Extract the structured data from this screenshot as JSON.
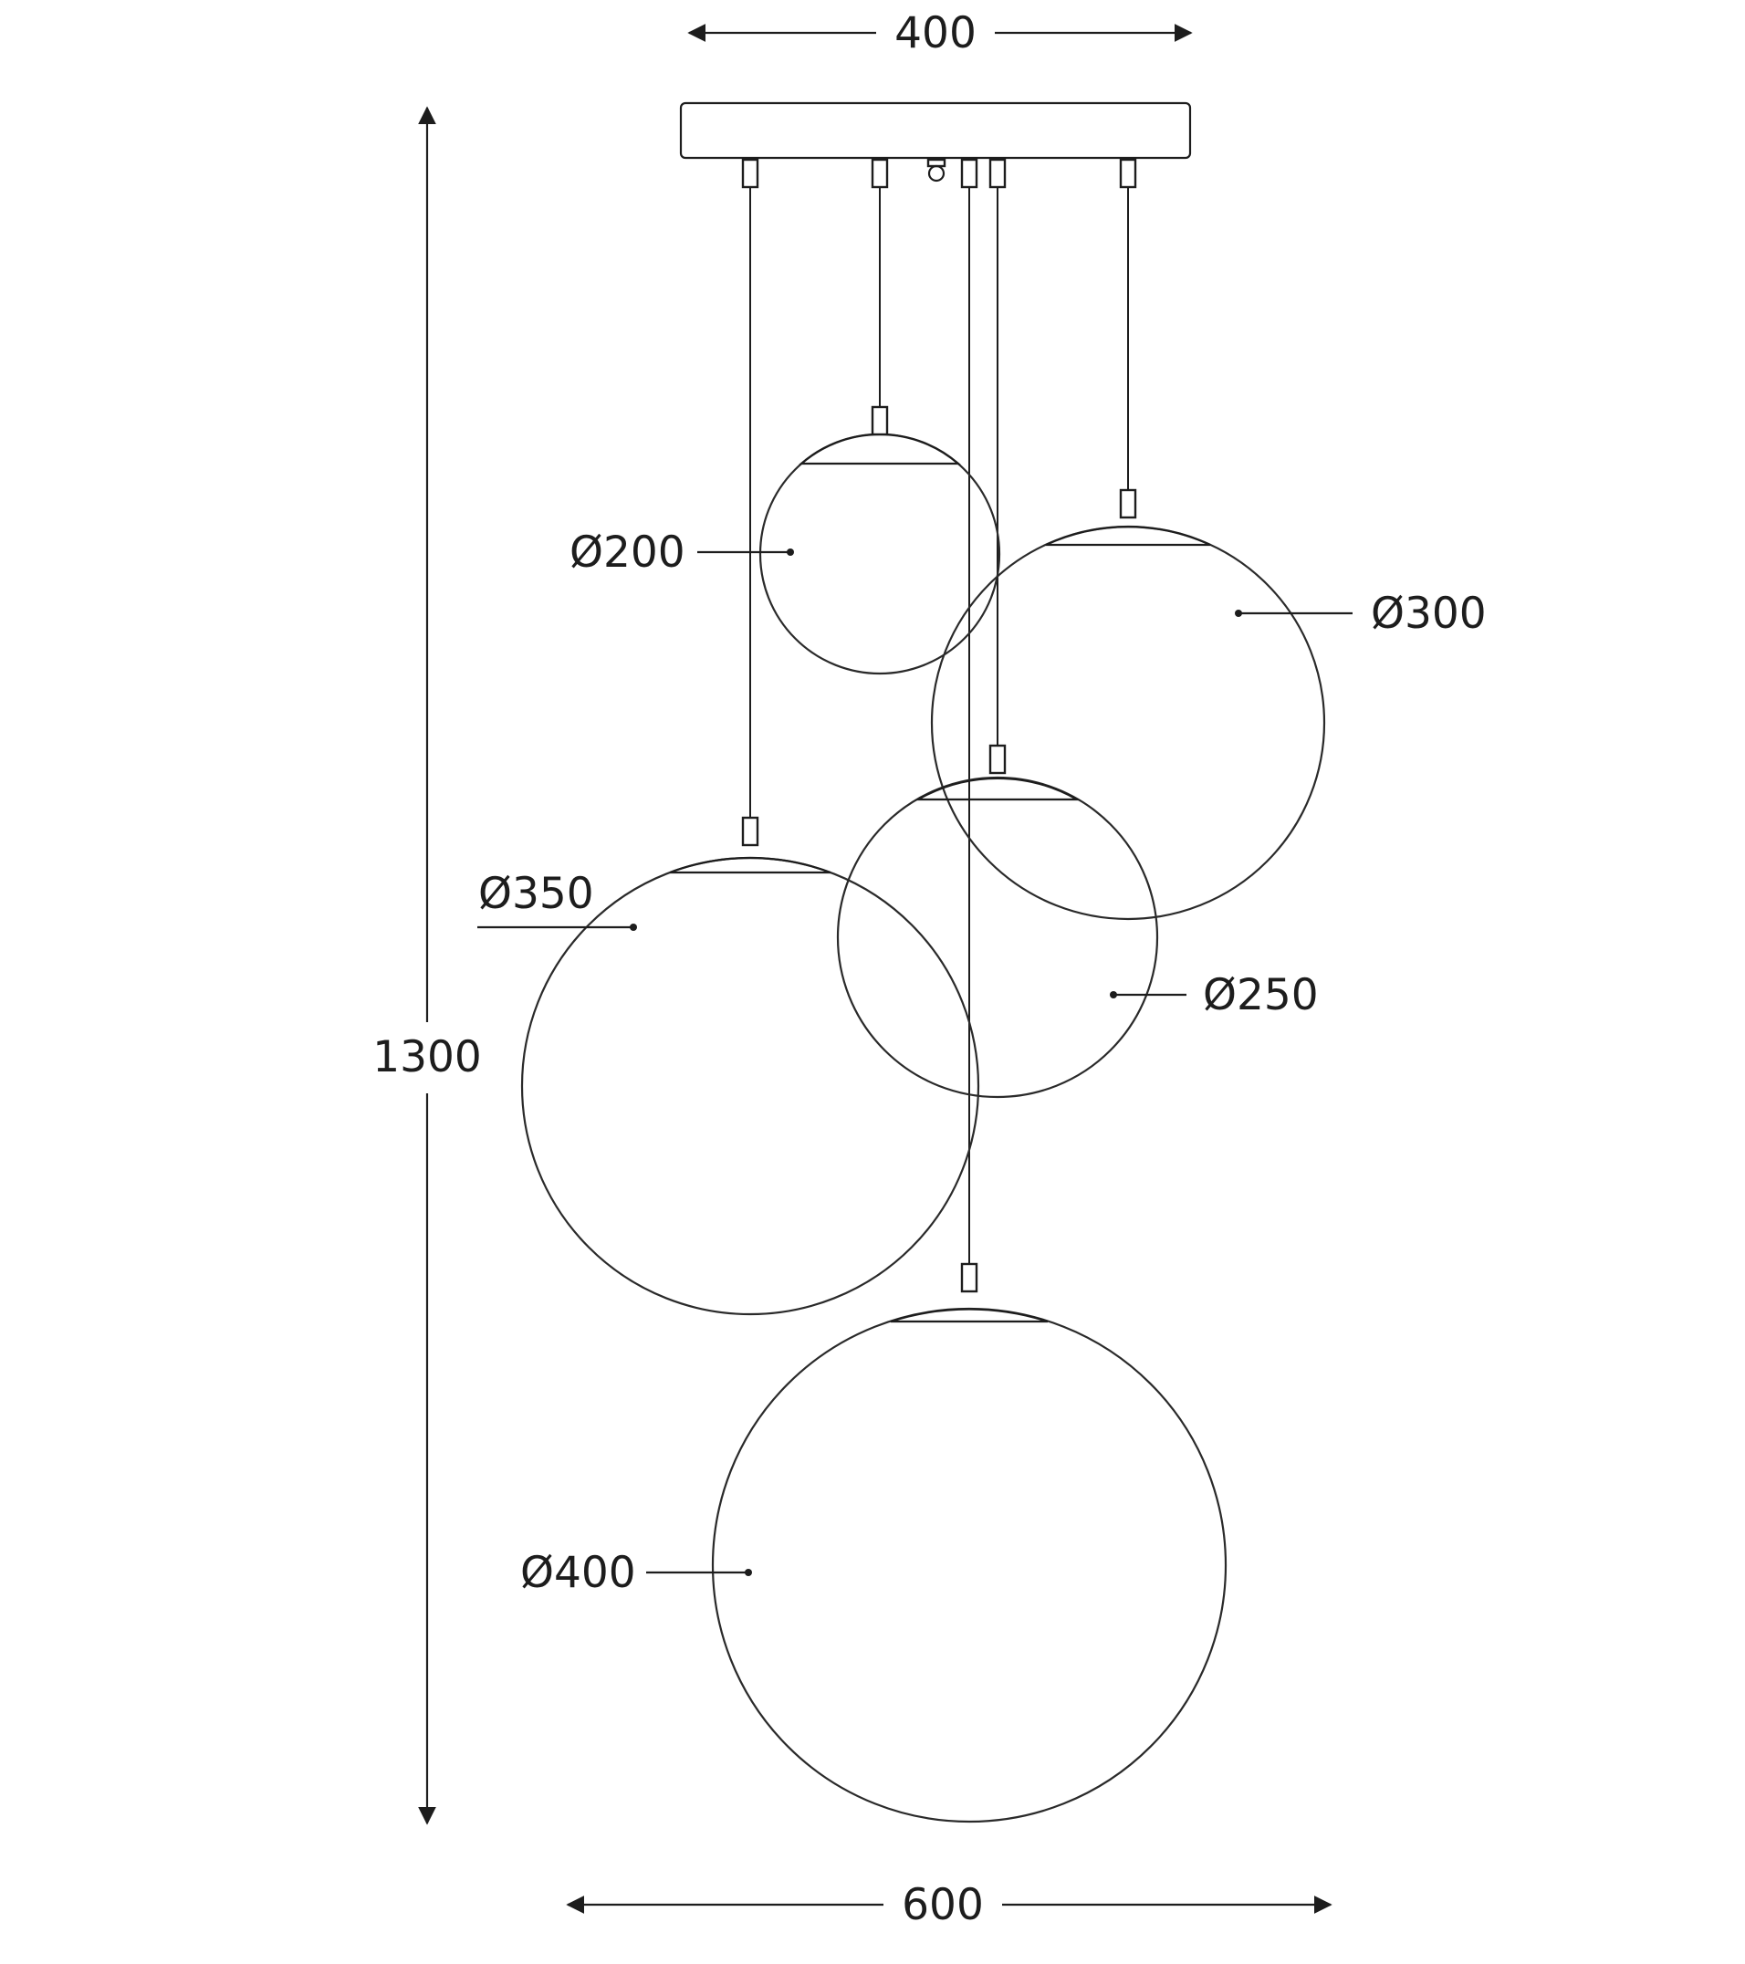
{
  "dimensions": {
    "canopy_width": "400",
    "overall_height": "1300",
    "overall_width": "600"
  },
  "globes": [
    {
      "label": "Ø200"
    },
    {
      "label": "Ø300"
    },
    {
      "label": "Ø350"
    },
    {
      "label": "Ø250"
    },
    {
      "label": "Ø400"
    }
  ],
  "colors": {
    "line": "#1d1d1d",
    "background": "#ffffff"
  }
}
